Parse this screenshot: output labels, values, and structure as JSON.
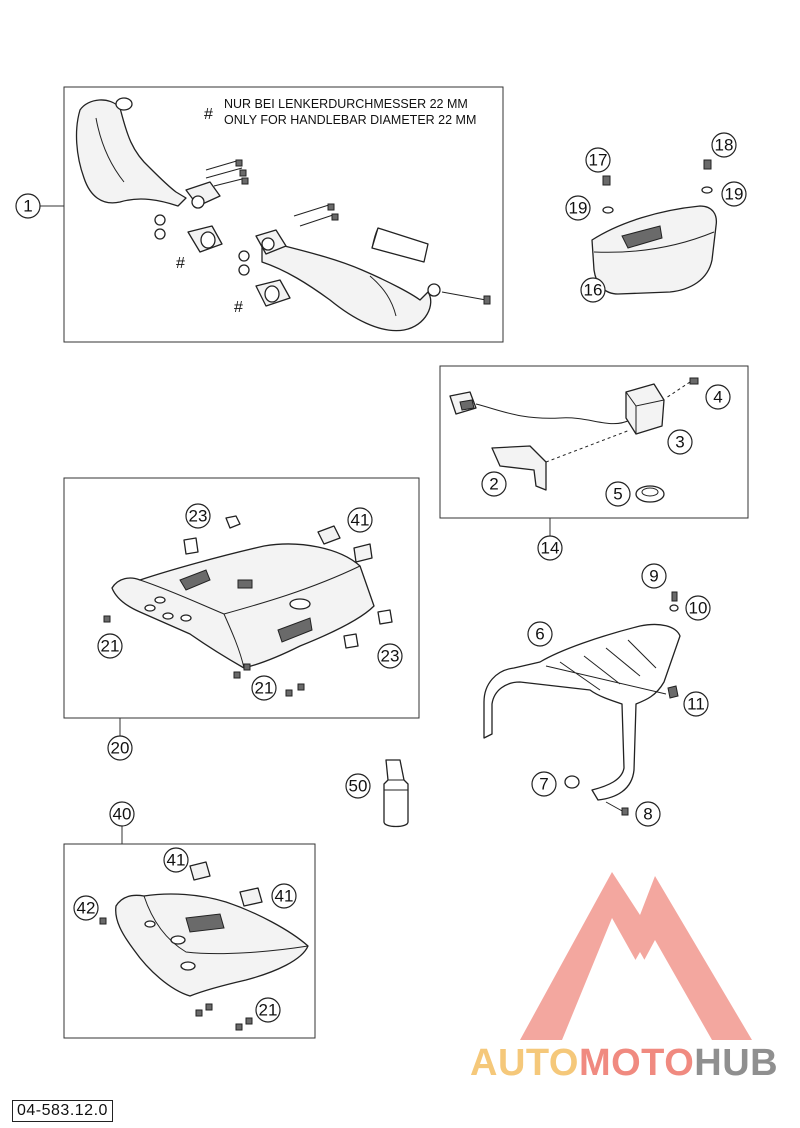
{
  "document_code": "04-583.12.0",
  "notes": {
    "hash_symbol": "#",
    "line_de": "NUR BEI LENKERDURCHMESSER 22 MM",
    "line_en": "ONLY FOR HANDLEBAR DIAMETER 22 MM"
  },
  "callouts": {
    "c1": "1",
    "c2": "2",
    "c3": "3",
    "c4": "4",
    "c5": "5",
    "c6": "6",
    "c7": "7",
    "c8": "8",
    "c9": "9",
    "c10": "10",
    "c11": "11",
    "c14": "14",
    "c16": "16",
    "c17": "17",
    "c18": "18",
    "c19a": "19",
    "c19b": "19",
    "c20": "20",
    "c21a": "21",
    "c21b": "21",
    "c21c": "21",
    "c23a": "23",
    "c23b": "23",
    "c40": "40",
    "c41a": "41",
    "c41b": "41",
    "c41c": "41",
    "c42": "42",
    "c50": "50"
  },
  "watermark": {
    "part1": "AUTO",
    "part2": "MOTO",
    "part3": "HUB",
    "colors": {
      "auto": "#f5c87a",
      "moto": "#f08a80",
      "hub": "#8f8f8f",
      "logo": "#f08a80"
    }
  }
}
